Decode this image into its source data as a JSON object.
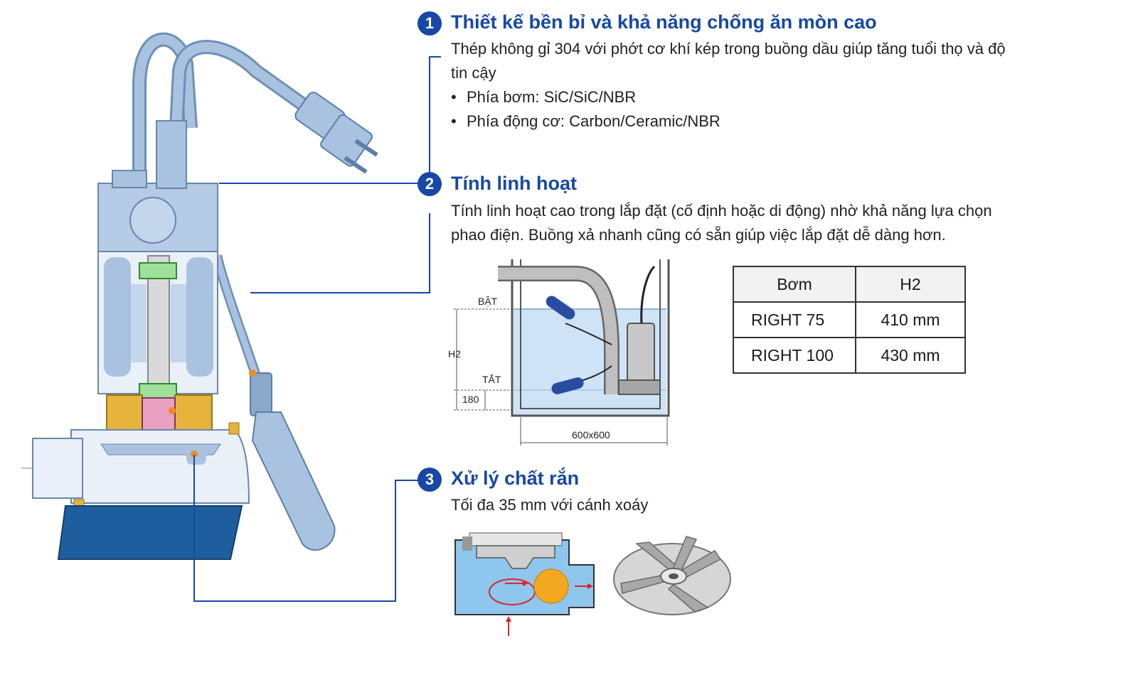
{
  "features": [
    {
      "number": "1",
      "title": "Thiết kế bền bỉ và khả năng chống ăn mòn cao",
      "description": "Thép không gỉ 304 với phớt cơ khí kép trong buồng dầu giúp tăng tuổi thọ và độ tin cậy",
      "bullets": [
        "Phía bơm: SiC/SiC/NBR",
        "Phía động cơ: Carbon/Ceramic/NBR"
      ]
    },
    {
      "number": "2",
      "title": "Tính linh hoạt",
      "description": "Tính linh hoạt cao trong lắp đặt (cố định hoặc di động) nhờ khả năng lựa chọn phao điện. Buồng xả nhanh cũng có sẵn giúp việc lắp đặt dễ dàng hơn."
    },
    {
      "number": "3",
      "title": "Xử lý chất rắn",
      "description": "Tối đa 35 mm với cánh xoáy"
    }
  ],
  "install_diagram": {
    "on_label": "BẬT",
    "off_label": "TẮT",
    "h2_label": "H2",
    "min_level": "180",
    "tank_size": "600x600"
  },
  "table": {
    "headers": [
      "Bơm",
      "H2"
    ],
    "rows": [
      [
        "RIGHT 75",
        "410 mm"
      ],
      [
        "RIGHT 100",
        "430 mm"
      ]
    ]
  },
  "colors": {
    "accent": "#1748a6",
    "pump_blue": "#a9c2e0",
    "water": "#cfe3f6",
    "bronze": "#e6b43c",
    "base_blue": "#1e5e9e",
    "leader_line": "#1748a6"
  }
}
